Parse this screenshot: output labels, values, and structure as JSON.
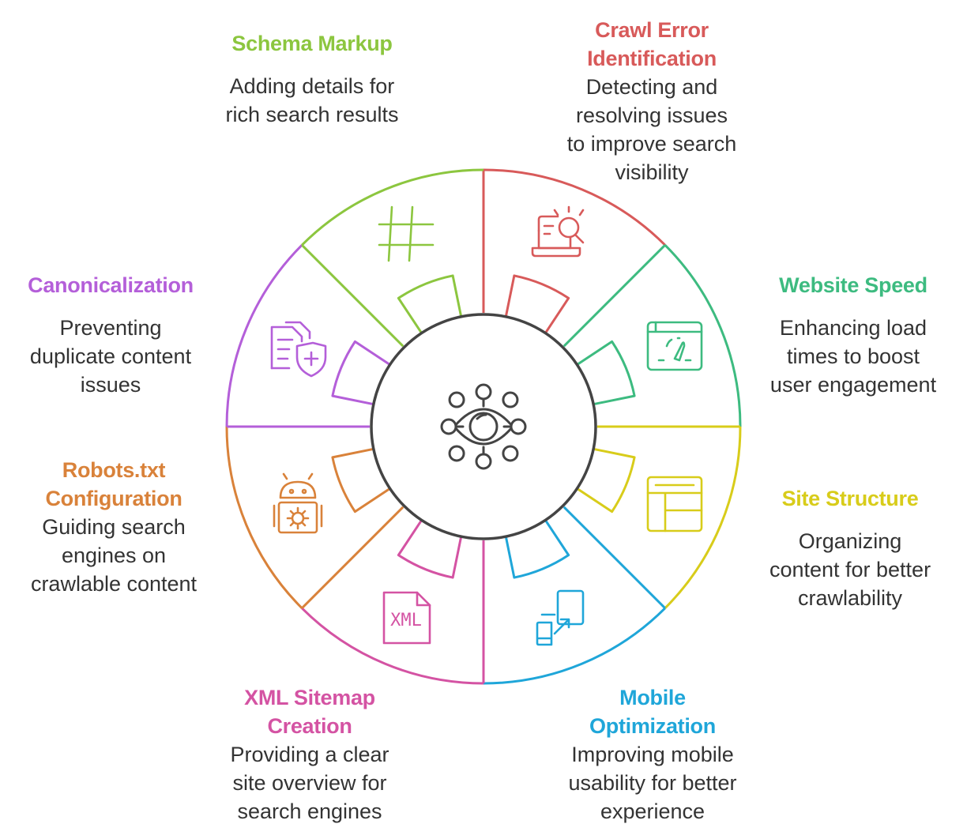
{
  "segments": [
    {
      "id": "crawl-error",
      "title": [
        "Crawl Error",
        "Identification"
      ],
      "description": [
        "Detecting and",
        "resolving issues",
        "to improve search",
        "visibility"
      ],
      "color": "#d85a5a",
      "icon": "laptop-search-icon"
    },
    {
      "id": "website-speed",
      "title": [
        "Website Speed"
      ],
      "description": [
        "Enhancing load",
        "times to boost",
        "user engagement"
      ],
      "color": "#3dbb80",
      "icon": "speed-gauge-icon"
    },
    {
      "id": "site-structure",
      "title": [
        "Site Structure"
      ],
      "description": [
        "Organizing",
        "content for better",
        "crawlability"
      ],
      "color": "#d8cc1a",
      "icon": "layout-icon"
    },
    {
      "id": "mobile-optimization",
      "title": [
        "Mobile",
        "Optimization"
      ],
      "description": [
        "Improving mobile",
        "usability for better",
        "experience"
      ],
      "color": "#1fa6d9",
      "icon": "resize-icon"
    },
    {
      "id": "xml-sitemap",
      "title": [
        "XML Sitemap",
        "Creation"
      ],
      "description": [
        "Providing a clear",
        "site overview for",
        "search engines"
      ],
      "color": "#d453a3",
      "icon": "xml-file-icon"
    },
    {
      "id": "robots-txt",
      "title": [
        "Robots.txt",
        "Configuration"
      ],
      "description": [
        "Guiding search",
        "engines on",
        "crawlable content"
      ],
      "color": "#d9823a",
      "icon": "robot-icon"
    },
    {
      "id": "canonicalization",
      "title": [
        "Canonicalization"
      ],
      "description": [
        "Preventing",
        "duplicate content",
        "issues"
      ],
      "color": "#b45fd9",
      "icon": "document-shield-icon"
    },
    {
      "id": "schema-markup",
      "title": [
        "Schema Markup"
      ],
      "description": [
        "Adding details for",
        "rich search results"
      ],
      "color": "#8cc63f",
      "icon": "hashtag-icon"
    }
  ],
  "center": {
    "icon": "eye-network-icon",
    "color": "#444444"
  }
}
